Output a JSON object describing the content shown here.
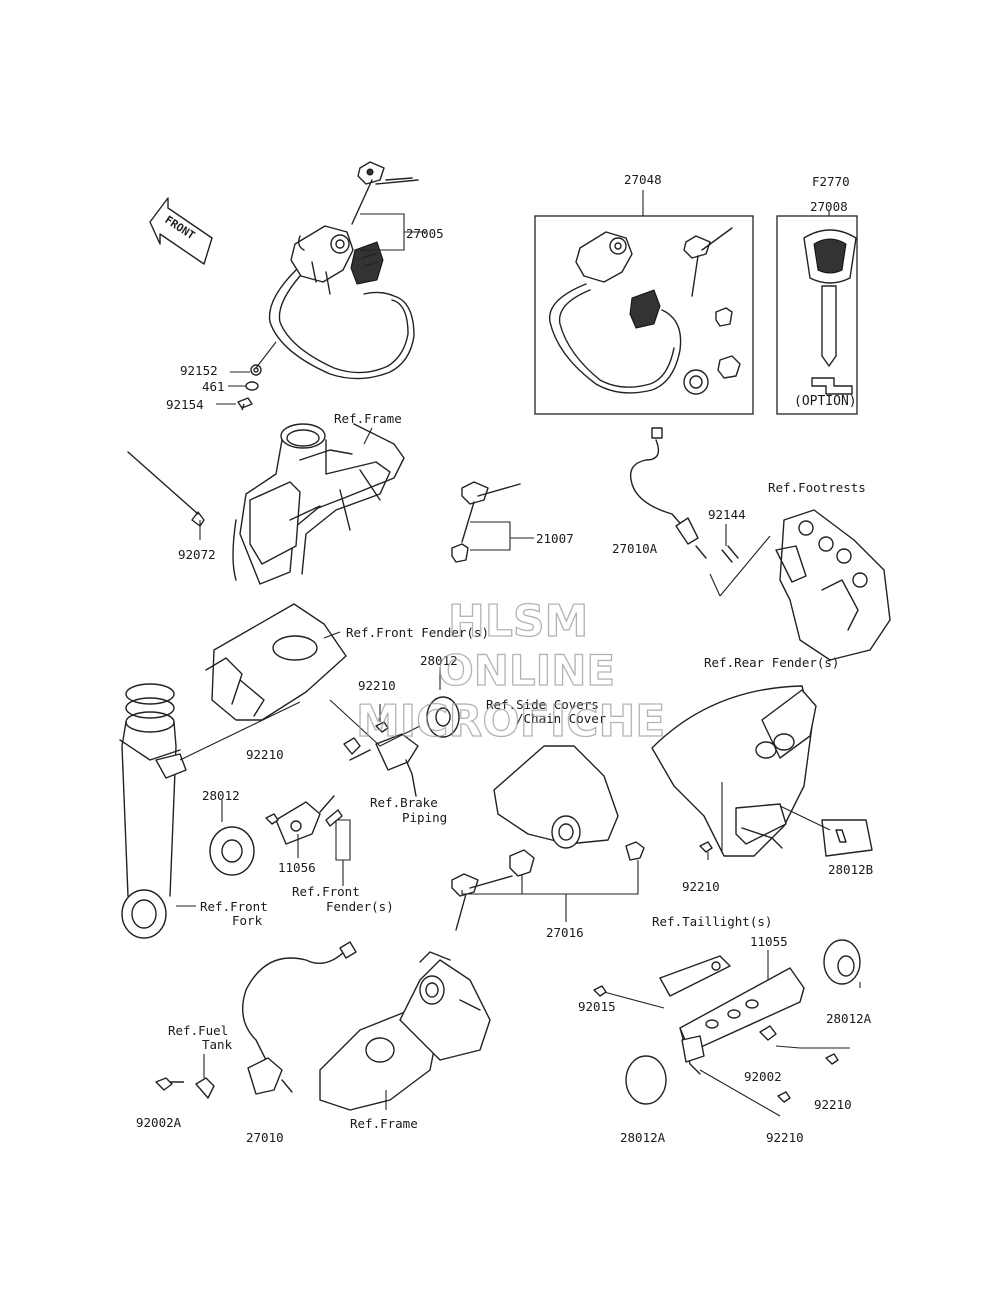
{
  "labels": {
    "l27005": "27005",
    "l27048": "27048",
    "lF2770": "F2770",
    "l27008": "27008",
    "option": "(OPTION)",
    "l92152": "92152",
    "l461": "461",
    "l92154": "92154",
    "refFrame1": "Ref.Frame",
    "l92072": "92072",
    "l21007": "21007",
    "l92144": "92144",
    "l27010A": "27010A",
    "refFootrests": "Ref.Footrests",
    "refFrontFenders1": "Ref.Front Fender(s)",
    "l28012a": "28012",
    "l92210a": "92210",
    "refSideCovers1": "Ref.Side Covers",
    "refSideCovers2": "/Chain Cover",
    "refRearFenders": "Ref.Rear Fender(s)",
    "l92210b": "92210",
    "l28012b": "28012",
    "refBrake1": "Ref.Brake",
    "refBrake2": "Piping",
    "l11056": "11056",
    "refFrontFenders2a": "Ref.Front",
    "refFrontFenders2b": "Fender(s)",
    "refFrontFork1": "Ref.Front",
    "refFrontFork2": "Fork",
    "l27016": "27016",
    "l92210c": "92210",
    "l28012B": "28012B",
    "refTaillights": "Ref.Taillight(s)",
    "l11055": "11055",
    "l92015": "92015",
    "l28012A1": "28012A",
    "l92002": "92002",
    "l92210d": "92210",
    "l92210e": "92210",
    "l28012A2": "28012A",
    "refFuelTank1": "Ref.Fuel",
    "refFuelTank2": "Tank",
    "l92002A": "92002A",
    "l27010": "27010",
    "refFrame2": "Ref.Frame"
  },
  "front_arrow": "FRONT",
  "watermark": {
    "line1": "HLSM",
    "line2": "ONLINE",
    "line3": "MICROFICHE"
  },
  "colors": {
    "line": "#222222",
    "watermark": "#9a9a9a",
    "background": "#ffffff"
  }
}
